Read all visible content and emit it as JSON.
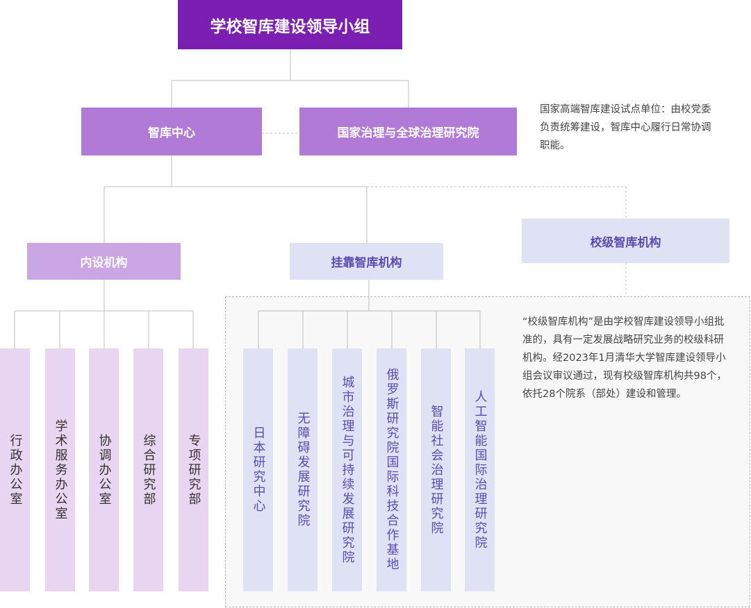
{
  "top_title": "学校智库建设领导小组",
  "level2": {
    "left": "智库中心",
    "right": "国家治理与全球治理研究院"
  },
  "note_top": "国家高端智库建设试点单位：由校党委负责统筹建设，智库中心履行日常协调职能。",
  "categories": {
    "internal": "内设机构",
    "affiliated": "挂靠智库机构",
    "school_level": "校级智库机构"
  },
  "internal_units": [
    "行政办公室",
    "学术服务办公室",
    "协调办公室",
    "综合研究部",
    "专项研究部"
  ],
  "affiliated_units": [
    "日本研究中心",
    "无障碍发展研究院",
    "城市治理与可持续发展研究院",
    "俄罗斯研究院国际科技合作基地",
    "智能社会治理研究院",
    "人工智能国际治理研究院"
  ],
  "note_bottom": "“校级智库机构”是由学校智库建设领导小组批准的，具有一定发展战略研究业务的校级科研机构。经2023年1月清华大学智库建设领导小组会议审议通过，现有校级智库机构共98个，依托28个院系（部处）建设和管理。",
  "colors": {
    "top": "#7a1fb2",
    "level2": "#b07ad6",
    "internal": "#caa6e3",
    "internal_units": "#e8d5f1",
    "affiliated": "#dfe1f4",
    "affiliated_text": "#5a4db0"
  }
}
